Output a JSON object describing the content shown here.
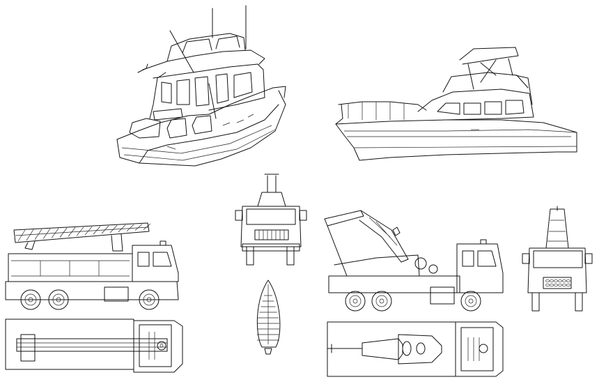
{
  "drawing": {
    "type": "CAD line drawing sheet",
    "line_color": "#111111",
    "background": "#ffffff",
    "items": [
      {
        "id": "yacht-front-perspective",
        "icon": "motor-yacht-icon"
      },
      {
        "id": "yacht-side-elevation",
        "icon": "motor-yacht-icon"
      },
      {
        "id": "fire-truck-side",
        "icon": "fire-truck-icon"
      },
      {
        "id": "fire-truck-plan",
        "icon": "fire-truck-icon"
      },
      {
        "id": "truck-front-elevation",
        "icon": "truck-front-icon"
      },
      {
        "id": "rowboat-plan",
        "icon": "rowboat-icon"
      },
      {
        "id": "tow-truck-side",
        "icon": "tow-truck-icon"
      },
      {
        "id": "tow-truck-plan",
        "icon": "tow-truck-icon"
      },
      {
        "id": "tow-truck-front-elevation",
        "icon": "tow-truck-front-icon"
      }
    ]
  }
}
